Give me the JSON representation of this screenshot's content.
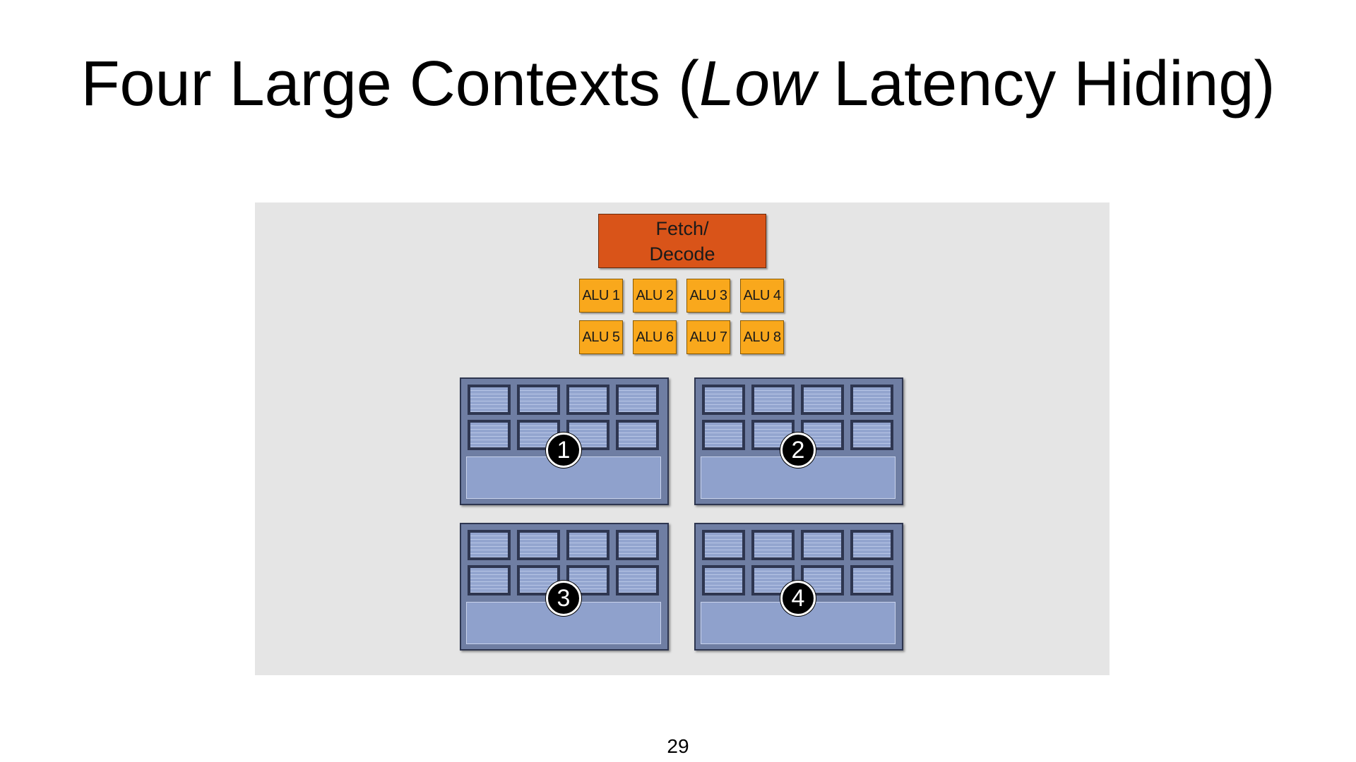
{
  "slide": {
    "title_prefix": "Four Large Contexts (",
    "title_emphasis": "Low",
    "title_suffix": " Latency Hiding)",
    "page_number": "29"
  },
  "diagram": {
    "fetch_decode": {
      "line1": "Fetch/",
      "line2": "Decode"
    },
    "alus": [
      "ALU 1",
      "ALU 2",
      "ALU 3",
      "ALU 4",
      "ALU 5",
      "ALU 6",
      "ALU 7",
      "ALU 8"
    ],
    "contexts": [
      "1",
      "2",
      "3",
      "4"
    ],
    "colors": {
      "panel": "#e5e5e5",
      "fetch_decode": "#d95419",
      "alu": "#f9a81c",
      "context": "#6f7ea3",
      "register": "#93a5cf"
    }
  }
}
